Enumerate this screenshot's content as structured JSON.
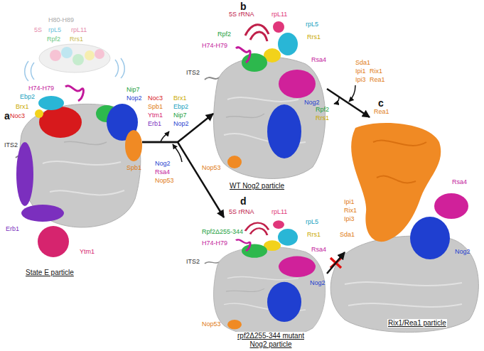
{
  "diagram": {
    "nodes": [
      {
        "text": [
          "State E particle"
        ]
      },
      {
        "text": [
          "WT Nog2 particle"
        ]
      },
      {
        "text": [
          "Rix1/Rea1 particle"
        ]
      },
      {
        "text": [
          "rpf2Δ255-344 mutant Nog2 particle"
        ]
      }
    ],
    "edges": [
      {
        "from": 0,
        "to": 1,
        "arrow": "to"
      },
      {
        "from": 0,
        "to": 3,
        "arrow": "to"
      },
      {
        "from": 1,
        "to": 2,
        "arrow": "to"
      },
      {
        "from": 3,
        "to": 2,
        "arrow": "to"
      }
    ],
    "labels": [
      "a",
      "H80-H89",
      "5S",
      "rpL5",
      "rpL11",
      "Rpf2",
      "Rrs1",
      "H74-H79",
      "Ebp2",
      "Brx1",
      "Noc3",
      "Nip7",
      "Nop2",
      "ITS2",
      "Spb1",
      "Erb1",
      "Ytm1",
      "Noc3",
      "Spb1",
      "Ytm1",
      "Erb1",
      "Brx1",
      "Ebp2",
      "Nip7",
      "Nop2",
      "Nog2",
      "Rsa4",
      "Nop53",
      "b",
      "5S rRNA",
      "rpL11",
      "Rpf2",
      "rpL5",
      "Rrs1",
      "H74-H79",
      "Rsa4",
      "ITS2",
      "Nog2",
      "Nop53",
      "Sda1",
      "Ipi1",
      "Rix1",
      "Ipi3",
      "Rea1",
      "Rpf2",
      "Rrs1",
      "c",
      "Rea1",
      "Rsa4",
      "Ipi1",
      "Rix1",
      "Ipi3",
      "Sda1",
      "Nog2",
      "d",
      "5S rRNA",
      "rpL11",
      "rpL5",
      "Rpf2Δ255-344",
      "Rrs1",
      "H74-H79",
      "Rsa4",
      "ITS2",
      "Nog2",
      "Nop53"
    ]
  }
}
